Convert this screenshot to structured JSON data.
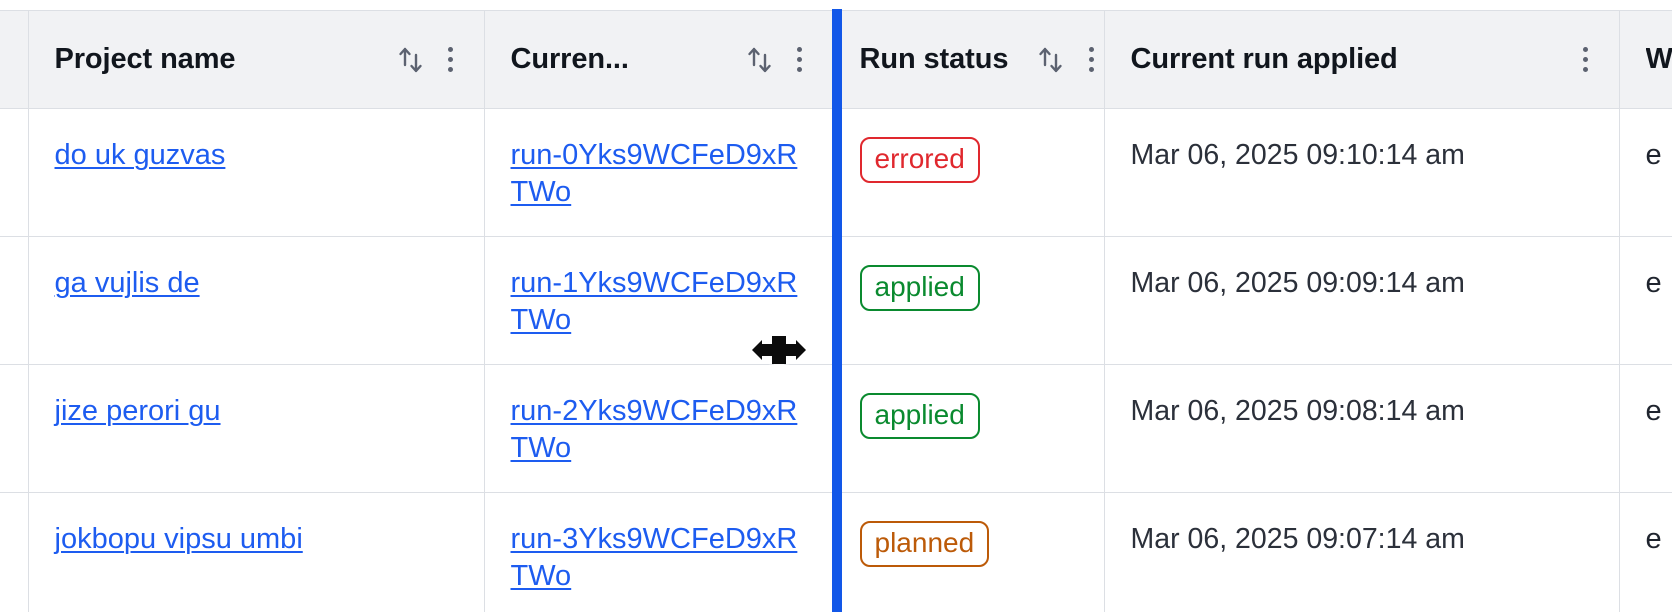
{
  "table": {
    "columns": [
      {
        "key": "stub",
        "label": "",
        "sortable": false,
        "has_menu": false,
        "partial": true
      },
      {
        "key": "name",
        "label": "Project name",
        "sortable": true,
        "has_menu": true,
        "partial": false
      },
      {
        "key": "run",
        "label": "Curren...",
        "sortable": true,
        "has_menu": true,
        "partial": false
      },
      {
        "key": "status",
        "label": "Run status",
        "sortable": true,
        "has_menu": true,
        "partial": false
      },
      {
        "key": "date",
        "label": "Current run applied",
        "sortable": false,
        "has_menu": true,
        "partial": false
      },
      {
        "key": "ws",
        "label": "W",
        "sortable": false,
        "has_menu": false,
        "partial": true
      }
    ],
    "rows": [
      {
        "project_name": "do uk guzvas",
        "current_run": "run-0Yks9WCFeD9xRTWo",
        "run_status": "errored",
        "status_kind": "errored",
        "current_run_applied": "Mar 06, 2025 09:10:14 am",
        "workspace": "e"
      },
      {
        "project_name": "ga vujlis de",
        "current_run": "run-1Yks9WCFeD9xRTWo",
        "run_status": "applied",
        "status_kind": "applied",
        "current_run_applied": "Mar 06, 2025 09:09:14 am",
        "workspace": "e"
      },
      {
        "project_name": "jize perori gu",
        "current_run": "run-2Yks9WCFeD9xRTWo",
        "run_status": "applied",
        "status_kind": "applied",
        "current_run_applied": "Mar 06, 2025 09:08:14 am",
        "workspace": "e"
      },
      {
        "project_name": "jokbopu vipsu umbi",
        "current_run": "run-3Yks9WCFeD9xRTWo",
        "run_status": "planned",
        "status_kind": "planned",
        "current_run_applied": "Mar 06, 2025 09:07:14 am",
        "workspace": "e"
      }
    ]
  },
  "interaction": {
    "column_resize_active": true,
    "resize_handle_column": "Curren...",
    "cursor": "col-resize"
  },
  "colors": {
    "link": "#1d5cf0",
    "resize_indicator": "#1257e8",
    "header_background": "#f1f2f4",
    "border": "#dcdfe4",
    "status_errored": "#e0282e",
    "status_applied": "#0a8a2f",
    "status_planned": "#bc5a08",
    "text": "#11161d"
  },
  "icons": {
    "sort": "sort-ascending-descending-icon",
    "menu": "kebab-menu-icon",
    "cursor": "column-resize-cursor-icon"
  }
}
